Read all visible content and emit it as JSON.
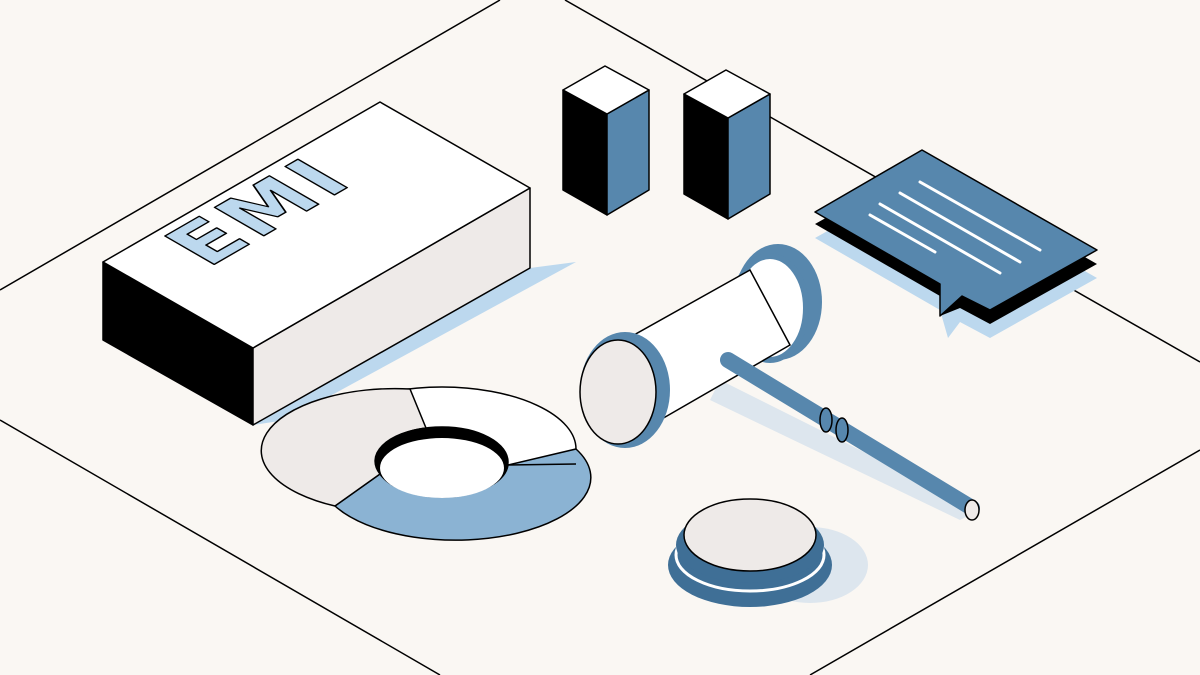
{
  "illustration": {
    "block_label": "EMI",
    "colors": {
      "background": "#faf7f3",
      "ink": "#000000",
      "blue": "#5787ad",
      "dark_blue": "#3f6f96",
      "light_blue": "#bcd8ee",
      "mid_blue": "#8bb3d3",
      "pale_gray": "#eeeae8",
      "white": "#ffffff"
    },
    "icons": [
      "document-paper",
      "emi-block",
      "pillar",
      "speech-bubble",
      "donut-chart",
      "gavel",
      "sound-block"
    ]
  }
}
